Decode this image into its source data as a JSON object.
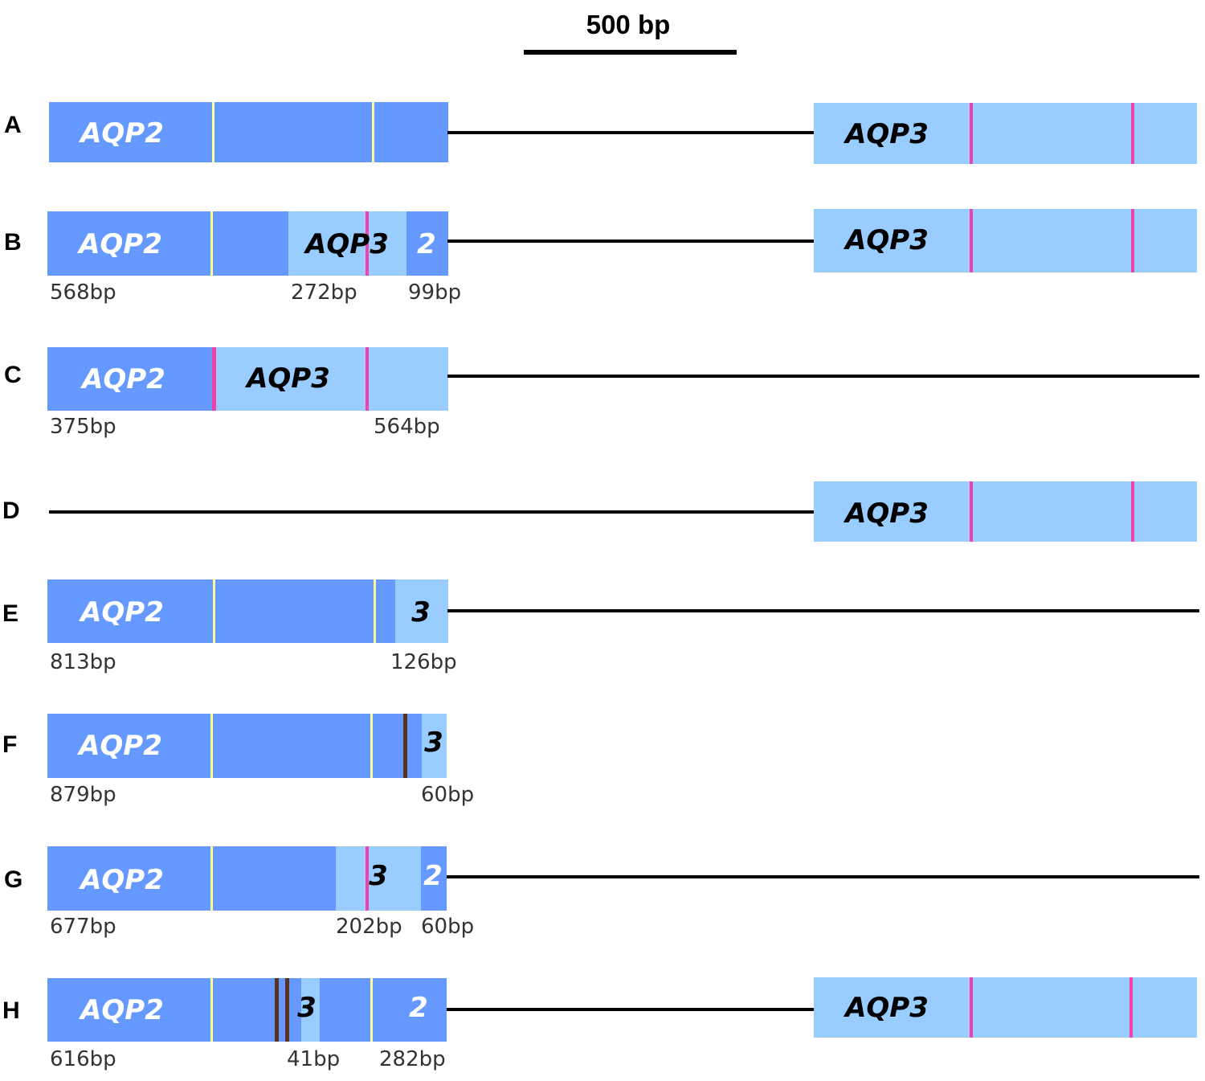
{
  "scale_bar": {
    "label": "500 bp"
  },
  "colors": {
    "aqp2": "#6699ff",
    "aqp3": "#99ccff",
    "aqp2_marker": "#ffff99",
    "aqp3_marker": "#ee44aa",
    "dark_marker": "#5a3224",
    "line": "#000000"
  },
  "rows": [
    {
      "id": "A",
      "label": "A",
      "genes": [
        "AQP2",
        "AQP3"
      ],
      "segment_labels": [],
      "lengths": []
    },
    {
      "id": "B",
      "label": "B",
      "genes": [
        "AQP2",
        "AQP3",
        "2",
        "AQP3"
      ],
      "segment_labels": [],
      "lengths": [
        "568bp",
        "272bp",
        "99bp"
      ]
    },
    {
      "id": "C",
      "label": "C",
      "genes": [
        "AQP2",
        "AQP3"
      ],
      "segment_labels": [],
      "lengths": [
        "375bp",
        "564bp"
      ]
    },
    {
      "id": "D",
      "label": "D",
      "genes": [
        "AQP3"
      ],
      "segment_labels": [],
      "lengths": []
    },
    {
      "id": "E",
      "label": "E",
      "genes": [
        "AQP2",
        "3"
      ],
      "segment_labels": [],
      "lengths": [
        "813bp",
        "126bp"
      ]
    },
    {
      "id": "F",
      "label": "F",
      "genes": [
        "AQP2",
        "3"
      ],
      "segment_labels": [],
      "lengths": [
        "879bp",
        "60bp"
      ]
    },
    {
      "id": "G",
      "label": "G",
      "genes": [
        "AQP2",
        "3",
        "2"
      ],
      "segment_labels": [],
      "lengths": [
        "677bp",
        "202bp",
        "60bp"
      ]
    },
    {
      "id": "H",
      "label": "H",
      "genes": [
        "AQP2",
        "3",
        "2",
        "AQP3"
      ],
      "segment_labels": [],
      "lengths": [
        "616bp",
        "41bp",
        "282bp"
      ]
    }
  ]
}
